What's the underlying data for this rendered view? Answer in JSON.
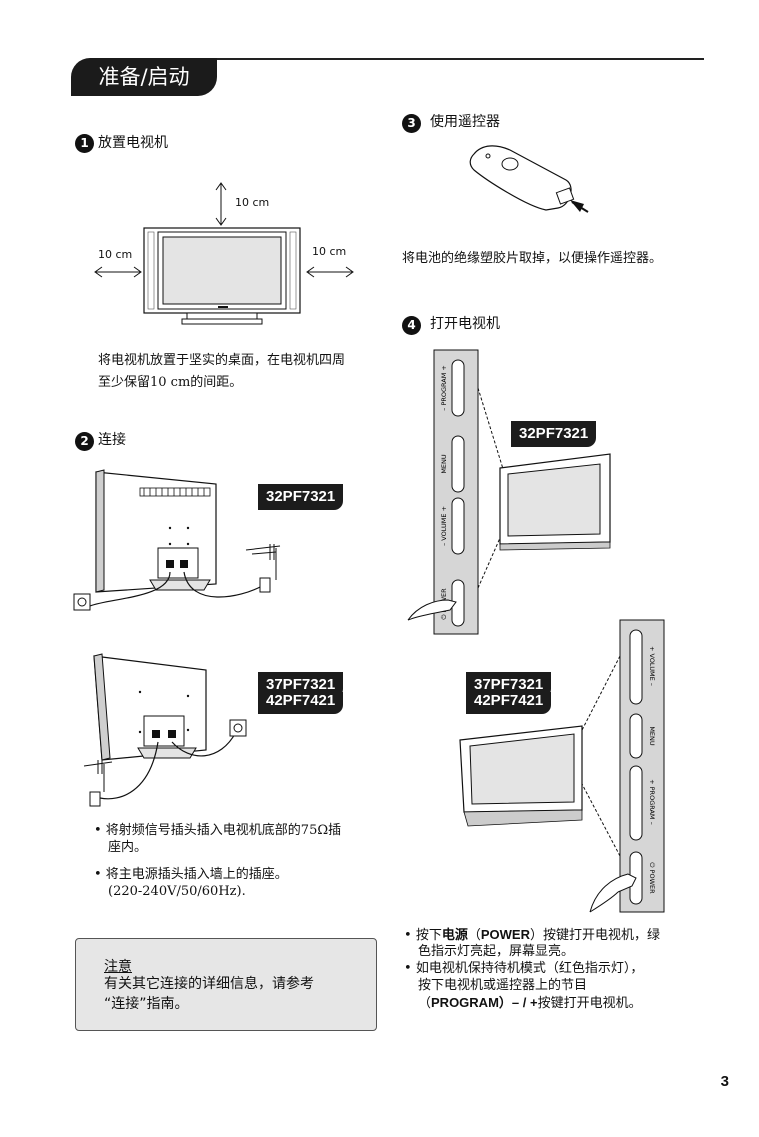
{
  "header": {
    "title": "准备/启动"
  },
  "steps": [
    {
      "num": "1",
      "label": "放置电视机"
    },
    {
      "num": "2",
      "label": "连接"
    },
    {
      "num": "3",
      "label": "使用遥控器"
    },
    {
      "num": "4",
      "label": "打开电视机"
    }
  ],
  "placement": {
    "dim_top": "10 cm",
    "dim_left": "10 cm",
    "dim_right": "10 cm",
    "text_line1": "将电视机放置于坚实的桌面，在电视机四周",
    "text_line2": "至少保留10 cm的间距。"
  },
  "remote": {
    "text": "将电池的绝缘塑胶片取掉，以便操作遥控器。"
  },
  "models": {
    "small": "32PF7321",
    "large_1": "37PF7321",
    "large_2": "42PF7421"
  },
  "connect_bullets": {
    "b1_line1": "• 将射频信号插头插入电视机底部的75Ω插",
    "b1_line2": "座内。",
    "b2_line1": "• 将主电源插头插入墙上的插座。",
    "b2_line2": "(220-240V/50/60Hz).",
    "bullet_char": "•"
  },
  "panel_labels": {
    "program": "– PROGRAM +",
    "menu": "MENU",
    "volume": "– VOLUME +",
    "power": "⏻ POWER",
    "volume_r": "+ VOLUME –",
    "program_r": "+ PROGRAM –"
  },
  "power_bullets": {
    "b1_pre": "按下",
    "b1_key": "电源",
    "b1_open": "（",
    "b1_power": "POWER",
    "b1_post": "）按键打开电视机，绿",
    "b1_line2": "色指示灯亮起，屏幕显亮。",
    "b2_line1": "如电视机保持待机模式（红色指示灯），",
    "b2_line2": "按下电视机或遥控器上的节目",
    "b2_line3_open": "（",
    "b2_line3_key": "PROGRAM",
    "b2_line3_mid": "）– / +",
    "b2_line3_post": "按键打开电视机。"
  },
  "note": {
    "title": "注意",
    "line1": "有关其它连接的详细信息，请参考",
    "line2": "“连接”指南。"
  },
  "page_number": "3"
}
